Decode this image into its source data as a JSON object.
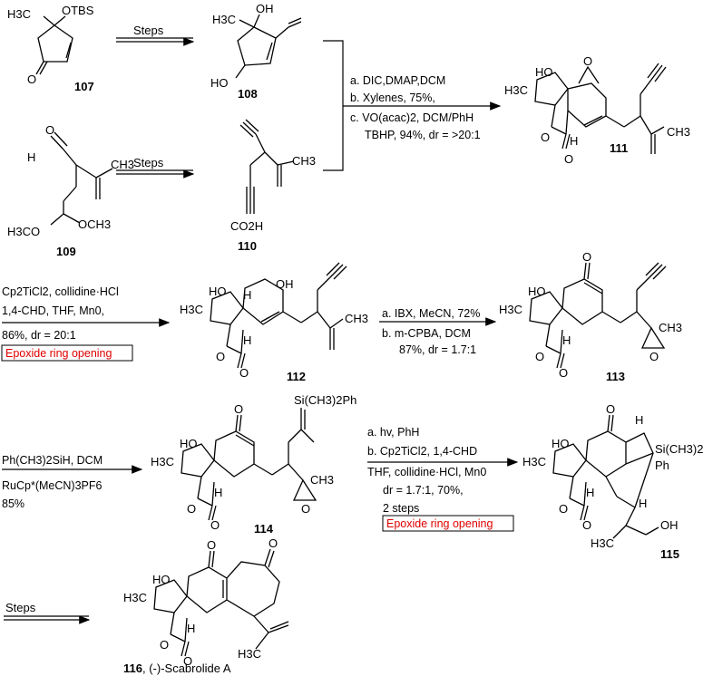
{
  "compounds": {
    "c107": {
      "number": "107",
      "otbs": "OTBS",
      "ch3": "H3C",
      "oxo": "O"
    },
    "c108": {
      "number": "108",
      "oh": "OH",
      "ho": "HO",
      "ch3": "H3C"
    },
    "c109": {
      "number": "109",
      "h": "H",
      "o": "O",
      "ch3": "CH3",
      "h3co": "H3CO",
      "och3": "OCH3"
    },
    "c110": {
      "number": "110",
      "ch3": "CH3",
      "co2h": "CO2H"
    },
    "c111": {
      "number": "111",
      "ho": "HO",
      "h3c": "H3C",
      "o": "O",
      "h": "H",
      "ch3": "CH3"
    },
    "c112": {
      "number": "112",
      "ho": "HO",
      "oh": "OH",
      "h3c": "H3C",
      "h": "H",
      "ch3": "CH3",
      "o": "O"
    },
    "c113": {
      "number": "113",
      "ho": "HO",
      "h3c": "H3C",
      "o": "O",
      "h": "H",
      "ch3": "CH3"
    },
    "c114": {
      "number": "114",
      "ho": "HO",
      "h3c": "H3C",
      "o": "O",
      "h": "H",
      "ch3": "CH3",
      "si": "Si(CH3)2Ph"
    },
    "c115": {
      "number": "115",
      "ho": "HO",
      "h3c": "H3C",
      "o": "O",
      "h": "H",
      "si": "Si(CH3)2",
      "ph": "Ph",
      "oh": "OH"
    },
    "c116": {
      "number": "116",
      "name": ", (-)-Scabrolide A",
      "ho": "HO",
      "h3c": "H3C",
      "o": "O",
      "h": "H"
    }
  },
  "arrows": {
    "a1": {
      "label": "Steps"
    },
    "a2": {
      "label": "Steps"
    },
    "a3": {
      "line1": "a. DIC,DMAP,DCM",
      "line2": "b. Xylenes, 75%,",
      "line3": "c. VO(acac)2, DCM/PhH",
      "line4": "TBHP, 94%, dr = >20:1"
    },
    "a4": {
      "line1": "Cp2TiCl2, collidine·HCl",
      "line2": "1,4-CHD, THF, Mn0,",
      "line3": "86%, dr = 20:1",
      "note": "Epoxide ring opening"
    },
    "a5": {
      "line1": "a. IBX, MeCN, 72%",
      "line2": "b. m-CPBA, DCM",
      "line3": "87%, dr = 1.7:1"
    },
    "a6": {
      "line1": "Ph(CH3)2SiH, DCM",
      "line2": "RuCp*(MeCN)3PF6",
      "line3": "85%"
    },
    "a7": {
      "line1": "a. hv, PhH",
      "line2": "b. Cp2TiCl2, 1,4-CHD",
      "line3": "THF, collidine·HCl, Mn0",
      "line4": "dr = 1.7:1, 70%,",
      "line5": "2 steps",
      "note": "Epoxide ring opening"
    },
    "a8": {
      "label": "Steps"
    }
  },
  "colors": {
    "note": "#e00000",
    "ink": "#000000"
  }
}
